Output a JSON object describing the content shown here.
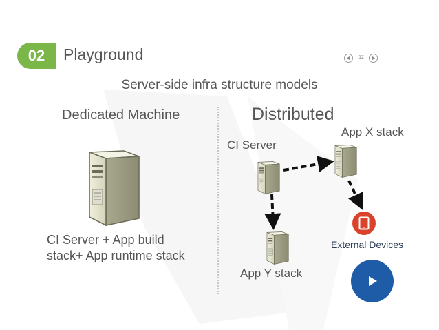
{
  "header": {
    "section_number": "02",
    "section_title": "Playground",
    "page_number": "12"
  },
  "subtitle": "Server-side infra structure models",
  "columns": {
    "left_heading": "Dedicated Machine",
    "right_heading": "Distributed"
  },
  "left": {
    "description_line1": "CI Server + App build",
    "description_line2": "stack+ App runtime stack"
  },
  "distributed": {
    "ci_server_label": "CI Server",
    "app_x_label": "App X stack",
    "app_y_label": "App Y stack",
    "external_devices_label": "External Devices"
  },
  "colors": {
    "accent_green": "#7ab648",
    "device_red": "#d9432b",
    "play_blue": "#1f5ca8"
  },
  "icons": {
    "server": "server-tower-icon",
    "device": "tablet-icon",
    "play": "play-icon",
    "prev": "chevron-left-icon",
    "next": "chevron-right-icon"
  }
}
